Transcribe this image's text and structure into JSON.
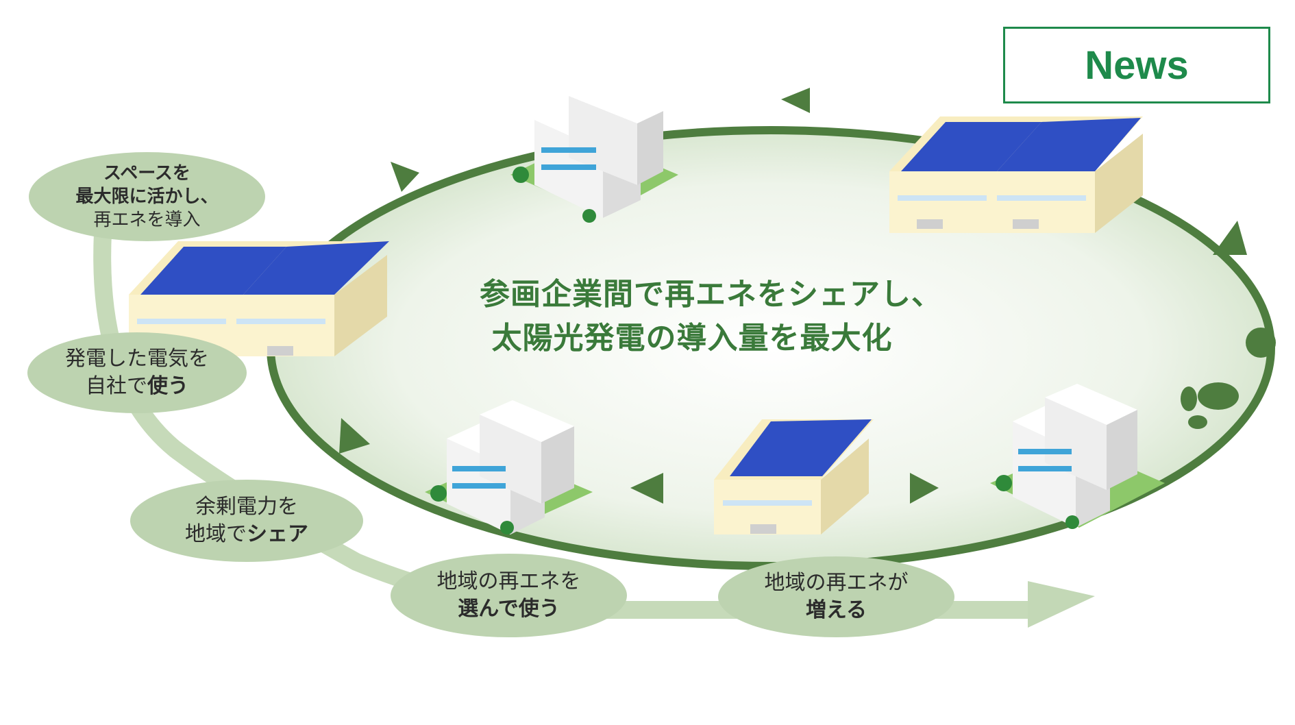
{
  "news_label": "News",
  "center_caption": {
    "line1": "参画企業間で再エネをシェアし、",
    "line2": "太陽光発電の導入量を最大化"
  },
  "bubbles": {
    "space": {
      "line1": "スペースを",
      "line2": "最大限に活かし、",
      "line3": "再エネを導入"
    },
    "self_use": {
      "line1": "発電した電気を",
      "line2_plain": "自社で",
      "line2_bold": "使う"
    },
    "share": {
      "line1": "余剰電力を",
      "line2_plain": "地域で",
      "line2_bold": "シェア"
    },
    "choose": {
      "line1": "地域の再エネを",
      "line2": "選んで使う"
    },
    "increase": {
      "line1": "地域の再エネが",
      "line2": "増える"
    }
  },
  "colors": {
    "cycle_ring": "#4e7d3f",
    "flow_arrow": "#c3d8b6",
    "bubble": "#bdd3b0",
    "caption_text": "#3a7a3a",
    "news_accent": "#1e8a4b",
    "solar_panel": "#2f4fc4",
    "warehouse_wall": "#fbf3cf",
    "office_wall": "#f3f3f3",
    "lawn": "#7cc05c"
  },
  "icons": {
    "warehouse": "warehouse-with-solar-panels-icon",
    "office": "office-building-icon",
    "flow": "arrow-right-icon"
  }
}
